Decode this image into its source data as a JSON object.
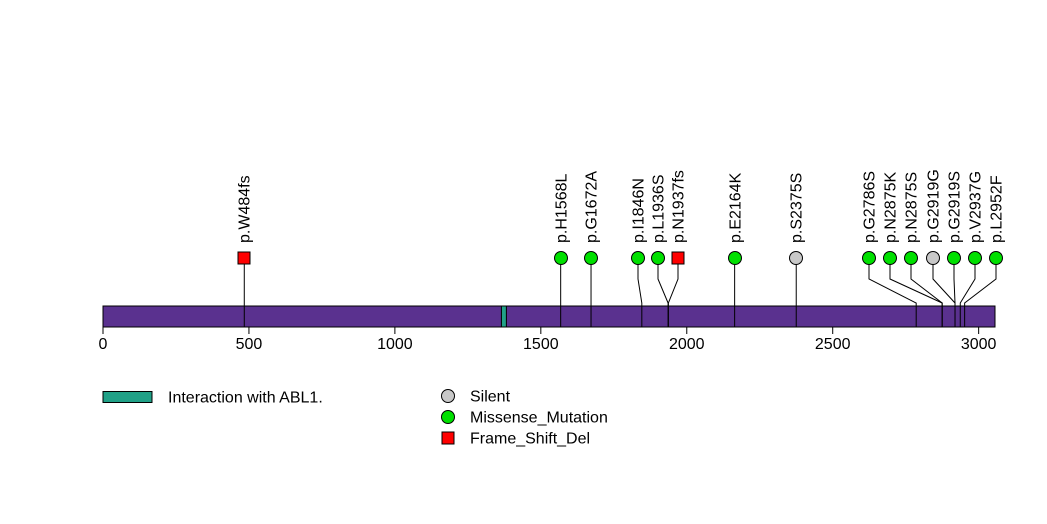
{
  "chart_data": {
    "type": "lollipop",
    "title": "",
    "xlabel": "",
    "ylabel": "",
    "protein_length": 3056,
    "x_ticks": [
      0,
      500,
      1000,
      1500,
      2000,
      2500,
      3000
    ],
    "xlim": [
      0,
      3056
    ],
    "bar_color": "#5A318F",
    "bar_border_color": "#000000",
    "domains": [
      {
        "label": "Interaction with ABL1.",
        "start": 1365,
        "end": 1382,
        "color": "#21A187"
      }
    ],
    "mutation_types": {
      "Silent": {
        "color": "#C8C8C8",
        "shape": "circle"
      },
      "Missense_Mutation": {
        "color": "#00E000",
        "shape": "circle"
      },
      "Frame_Shift_Del": {
        "color": "#FF0000",
        "shape": "square"
      }
    },
    "mutations": [
      {
        "label": "p.W484fs",
        "position": 484,
        "type": "Frame_Shift_Del",
        "display_x": 244
      },
      {
        "label": "p.H1568L",
        "position": 1568,
        "type": "Missense_Mutation",
        "display_x": 561
      },
      {
        "label": "p.G1672A",
        "position": 1672,
        "type": "Missense_Mutation",
        "display_x": 591
      },
      {
        "label": "p.I1846N",
        "position": 1846,
        "type": "Missense_Mutation",
        "display_x": 638
      },
      {
        "label": "p.L1936S",
        "position": 1936,
        "type": "Missense_Mutation",
        "display_x": 658
      },
      {
        "label": "p.N1937fs",
        "position": 1937,
        "type": "Frame_Shift_Del",
        "display_x": 678
      },
      {
        "label": "p.E2164K",
        "position": 2164,
        "type": "Missense_Mutation",
        "display_x": 735
      },
      {
        "label": "p.S2375S",
        "position": 2375,
        "type": "Silent",
        "display_x": 796
      },
      {
        "label": "p.G2786S",
        "position": 2786,
        "type": "Missense_Mutation",
        "display_x": 869
      },
      {
        "label": "p.N2875K",
        "position": 2875,
        "type": "Missense_Mutation",
        "display_x": 890
      },
      {
        "label": "p.N2875S",
        "position": 2875,
        "type": "Missense_Mutation",
        "display_x": 911
      },
      {
        "label": "p.G2919G",
        "position": 2919,
        "type": "Silent",
        "display_x": 933
      },
      {
        "label": "p.G2919S",
        "position": 2919,
        "type": "Missense_Mutation",
        "display_x": 954
      },
      {
        "label": "p.V2937G",
        "position": 2937,
        "type": "Missense_Mutation",
        "display_x": 975
      },
      {
        "label": "p.L2952F",
        "position": 2952,
        "type": "Missense_Mutation",
        "display_x": 996
      }
    ],
    "legend": {
      "position": "bottom",
      "domain_items": [
        {
          "label": "Interaction with ABL1.",
          "color": "#21A187"
        }
      ],
      "mutation_items": [
        {
          "label": "Silent",
          "color": "#C8C8C8",
          "shape": "circle"
        },
        {
          "label": "Missense_Mutation",
          "color": "#00E000",
          "shape": "circle"
        },
        {
          "label": "Frame_Shift_Del",
          "color": "#FF0000",
          "shape": "square"
        }
      ]
    }
  }
}
